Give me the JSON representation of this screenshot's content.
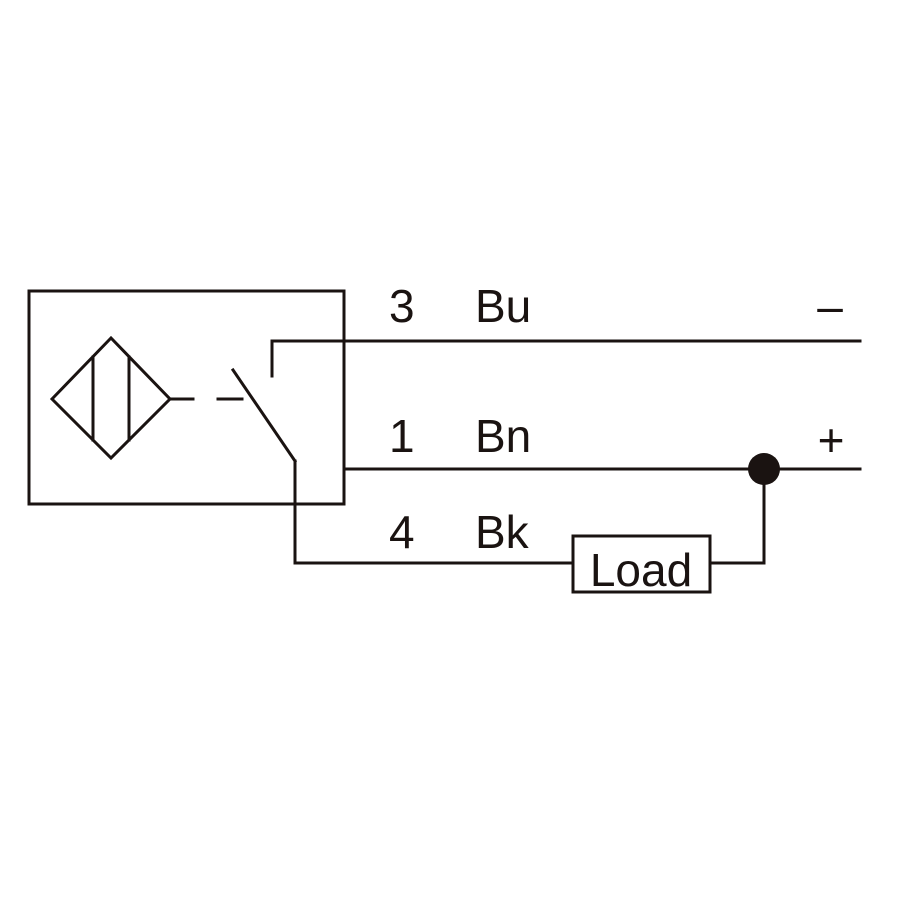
{
  "wires": [
    {
      "pin": "3",
      "color_code": "Bu",
      "polarity": "–"
    },
    {
      "pin": "1",
      "color_code": "Bn",
      "polarity": "+"
    },
    {
      "pin": "4",
      "color_code": "Bk"
    }
  ],
  "load": {
    "label": "Load"
  },
  "colors": {
    "line": "#1a1311",
    "background": "#ffffff"
  }
}
